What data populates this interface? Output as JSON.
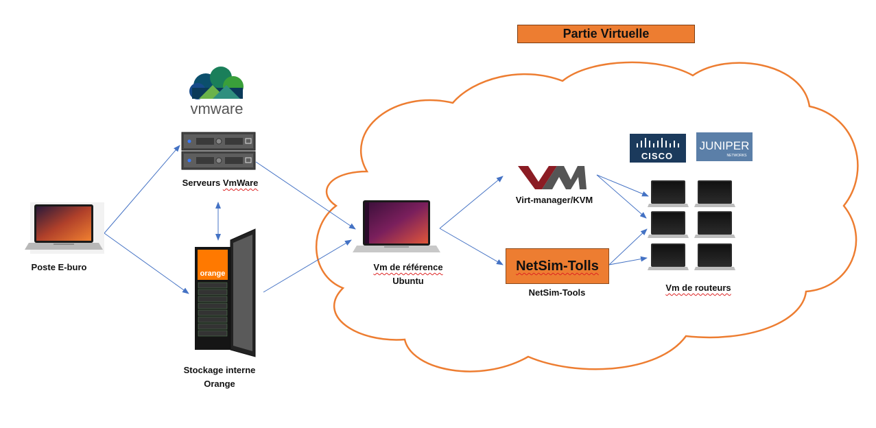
{
  "title": "Partie Virtuelle",
  "labels": {
    "poste": "Poste E-buro",
    "serveurs_1": "Serveurs ",
    "serveurs_2": "VmWare",
    "stockage_1": "Stockage interne",
    "stockage_2": "Orange",
    "vm_ref_1": "Vm de référence",
    "vm_ref_2": "Ubuntu",
    "virt_manager": "Virt-manager/KVM",
    "netsim_box": "NetSim-Tolls",
    "netsim_caption": "NetSim-Tools",
    "vm_routeurs": "Vm de routeurs"
  },
  "logos": {
    "vmware": "vmware",
    "orange": "orange",
    "cisco": "CISCO",
    "juniper": "JUNIPER",
    "juniper_sub": "NETWORKS"
  },
  "colors": {
    "cloud_stroke": "#ed7d31",
    "accent_orange": "#ed7d31",
    "arrow": "#4472c4",
    "cisco_bg": "#1b3a5c",
    "juniper_bg": "#5b7fa8",
    "vmm_red": "#8b1c24",
    "vmm_gray": "#555555"
  },
  "icons": {
    "laptop": "laptop-icon",
    "server": "server-rack-icon",
    "storage": "storage-cabinet-icon",
    "cloud": "cloud-shape",
    "router_vm": "router-vm-laptop-icon"
  },
  "router_vm_count": 6
}
